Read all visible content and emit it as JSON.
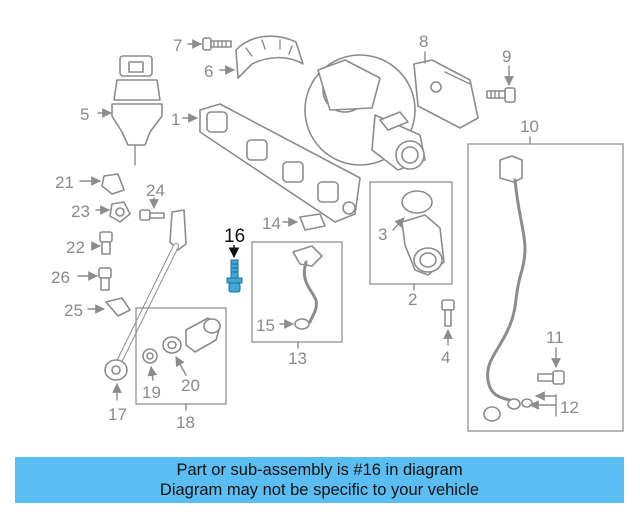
{
  "callouts": {
    "c1": "1",
    "c2": "2",
    "c3": "3",
    "c4": "4",
    "c5": "5",
    "c6": "6",
    "c7": "7",
    "c8": "8",
    "c9": "9",
    "c10": "10",
    "c11": "11",
    "c12": "12",
    "c13": "13",
    "c14": "14",
    "c15": "15",
    "c16": "16",
    "c17": "17",
    "c18": "18",
    "c19": "19",
    "c20": "20",
    "c21": "21",
    "c22": "22",
    "c23": "23",
    "c24": "24",
    "c25": "25",
    "c26": "26"
  },
  "highlight": {
    "part_number": "16",
    "color": "#3fa9d6"
  },
  "banner": {
    "line1": "Part or sub-assembly is #16 in diagram",
    "line2": "Diagram may not be specific to your vehicle",
    "color": "#5bbef2"
  }
}
